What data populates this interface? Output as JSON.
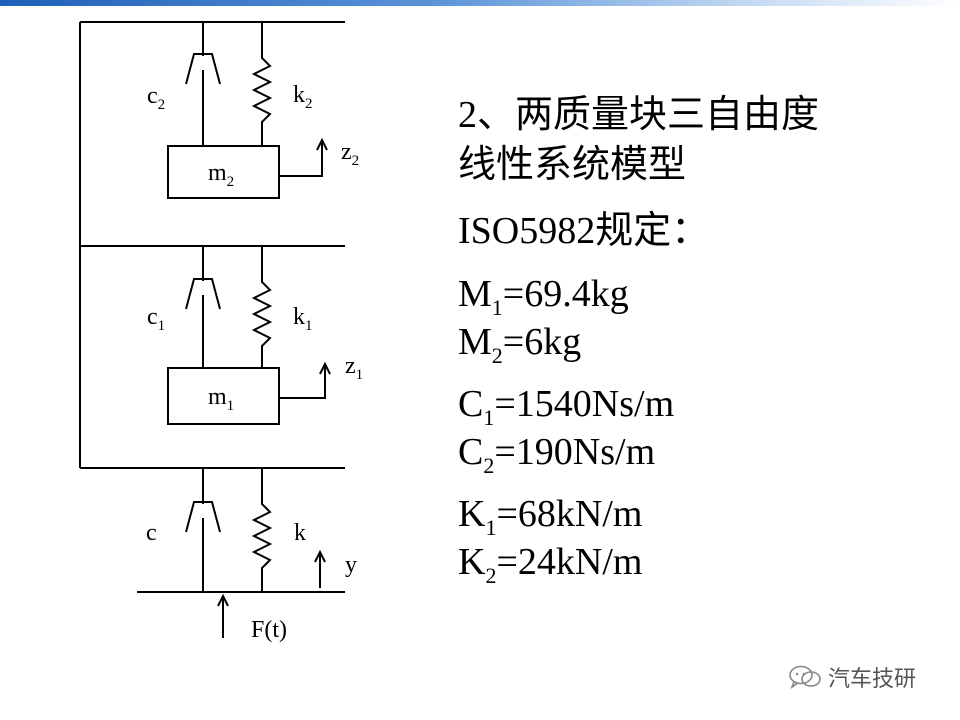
{
  "diagram": {
    "labels": {
      "c2": {
        "base": "c",
        "sub": "2"
      },
      "k2": {
        "base": "k",
        "sub": "2"
      },
      "m2": {
        "base": "m",
        "sub": "2"
      },
      "z2": {
        "base": "z",
        "sub": "2"
      },
      "c1": {
        "base": "c",
        "sub": "1"
      },
      "k1": {
        "base": "k",
        "sub": "1"
      },
      "m1": {
        "base": "m",
        "sub": "1"
      },
      "z1": {
        "base": "z",
        "sub": "1"
      },
      "c": "c",
      "k": "k",
      "y": "y",
      "force": "F(t)"
    }
  },
  "text": {
    "title_line1": "2、两质量块三自由度",
    "title_line2": "线性系统模型",
    "iso": "ISO5982规定：",
    "params": [
      {
        "base": "M",
        "sub": "1",
        "value": "=69.4kg"
      },
      {
        "base": "M",
        "sub": "2",
        "value": "=6kg"
      },
      {
        "base": "C",
        "sub": "1",
        "value": "=1540Ns/m"
      },
      {
        "base": "C",
        "sub": "2",
        "value": "=190Ns/m"
      },
      {
        "base": "K",
        "sub": "1",
        "value": "=68kN/m"
      },
      {
        "base": "K",
        "sub": "2",
        "value": "=24kN/m"
      }
    ]
  },
  "watermark": {
    "text": "汽车技研",
    "icon": "wechat-icon"
  }
}
